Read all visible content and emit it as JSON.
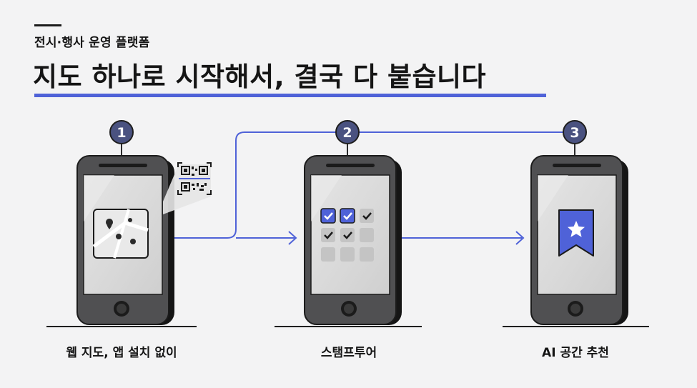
{
  "header": {
    "subtitle": "전시·행사 운영 플랫폼",
    "title": "지도 하나로 시작해서, 결국 다 붙습니다"
  },
  "steps": [
    {
      "number": "1",
      "caption": "웹 지도, 앱 설치 없이"
    },
    {
      "number": "2",
      "caption": "스탬프투어"
    },
    {
      "number": "3",
      "caption": "AI 공간 추천"
    }
  ],
  "colors": {
    "accent": "#4f62d8",
    "badge": "#4a5280",
    "phone_body": "#505052",
    "phone_screen": "#e0e0e0",
    "check_fill": "#4f62d8"
  },
  "icons": {
    "step1": "map-pin-icon",
    "qr": "qr-code-icon",
    "step2": "stamp-checklist-icon",
    "step3": "star-bookmark-icon"
  }
}
